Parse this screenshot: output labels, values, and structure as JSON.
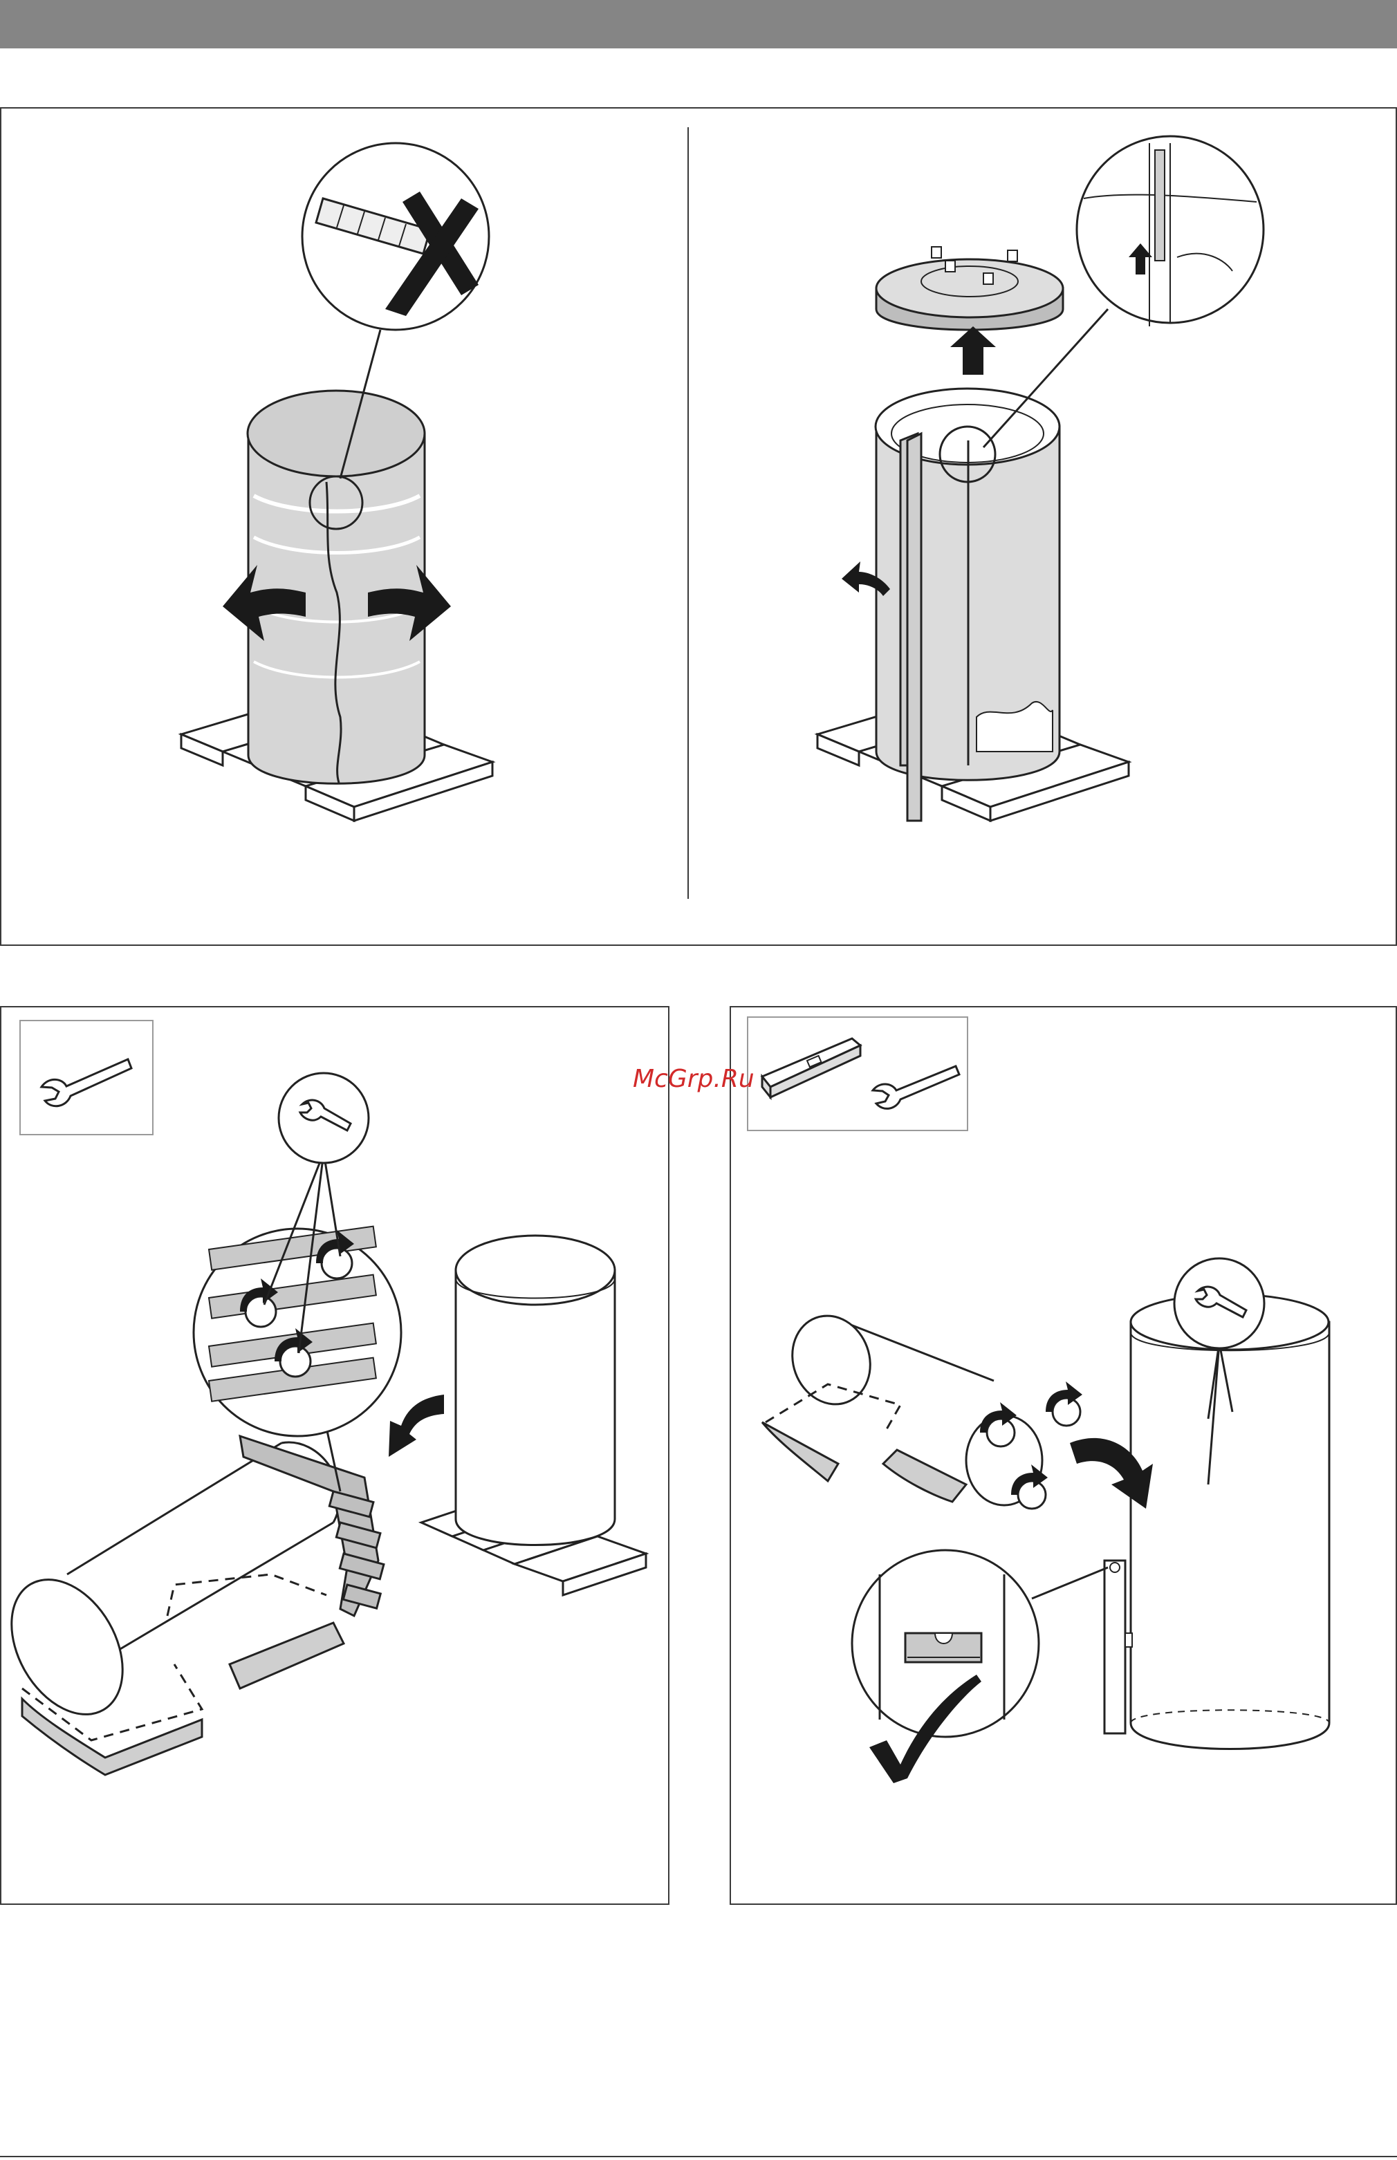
{
  "header": {
    "bar_color": "#858585"
  },
  "watermark": {
    "text": "McGrp.Ru",
    "color": "#d22a2a"
  },
  "figures": [
    {
      "id": "unpack-film",
      "icons": [
        "no-knife-icon",
        "left-arrow-icon",
        "right-arrow-icon",
        "zipper-detail-icon"
      ]
    },
    {
      "id": "remove-lid-and-cover",
      "icons": [
        "up-arrow-icon",
        "zipper-up-arrow-icon",
        "peel-arrow-icon"
      ]
    },
    {
      "id": "remove-pallet-bolts",
      "tools": [
        "wrench-icon"
      ],
      "icons": [
        "rotate-arrow-icon"
      ]
    },
    {
      "id": "stand-upright-and-level",
      "tools": [
        "spirit-level-icon",
        "wrench-icon"
      ],
      "icons": [
        "check-mark-icon"
      ]
    }
  ]
}
